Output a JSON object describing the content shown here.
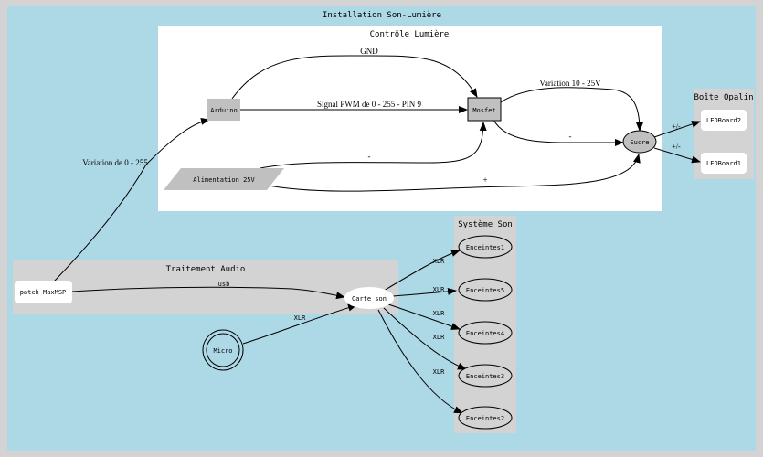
{
  "title": "Installation Son-Lumière",
  "clusters": {
    "controle": "Contrôle Lumière",
    "opalin": "Boîte Opalin",
    "audio": "Traitement Audio",
    "son": "Système Son"
  },
  "nodes": {
    "arduino": "Arduino",
    "mosfet": "Mosfet",
    "alimentation": "Alimentation 25V",
    "sucre": "Sucre",
    "ledboard2": "LEDBoard2",
    "ledboard1": "LEDBoard1",
    "patch": "patch MaxMSP",
    "carte_son": "Carte son",
    "micro": "Micro",
    "enceintes1": "Enceintes1",
    "enceintes5": "Enceintes5",
    "enceintes4": "Enceintes4",
    "enceintes3": "Enceintes3",
    "enceintes2": "Enceintes2"
  },
  "edges": {
    "gnd": "GND",
    "pwm": "Signal PWM de 0 - 255 - PIN 9",
    "variation_10_25": "Variation 10 - 25V",
    "mosfet_sucre": "-",
    "alim_mosfet": "-",
    "alim_sucre": "+",
    "patch_arduino": "Variation de 0 - 255",
    "usb": "usb",
    "micro_xlr": "XLR",
    "xlr_1": "XLR",
    "xlr_5": "XLR",
    "xlr_4": "XLR",
    "xlr_3": "XLR",
    "xlr_2": "XLR",
    "sucre_led2": "+/-",
    "sucre_led1": "+/-"
  },
  "colors": {
    "background": "#add8e6",
    "border": "#d3d3d3",
    "cluster_white": "#ffffff",
    "cluster_grey": "#d3d3d3",
    "node_grey": "#c0c0c0"
  }
}
